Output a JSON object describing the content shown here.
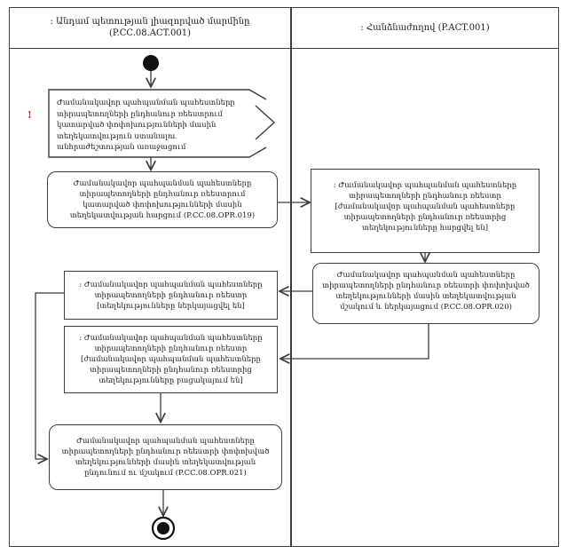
{
  "lanes": [
    {
      "title": ": Անդամ պետության լիազորված մարմինը (P.CC.08.ACT.001)"
    },
    {
      "title": ": Հանձնաժողով (P.ACT.001)"
    }
  ],
  "nodes": {
    "signal_need": {
      "text": "Ժամանակավոր պահպանման պահեստները տիրապետողների ընդհանուր ռեեստրում կատարված փոփոխությունների մասին տեղեկատվություն ստանալու անհրաժեշտության առաջացում"
    },
    "action_opr019": {
      "text": "Ժամանակավոր պահպանման պահեստները տիրապետողների ընդհանուր ռեեստրում կատարված փոփոխությունների մասին տեղեկատվության հարցում (P.CC.08.OPR.019)"
    },
    "object_registry_requested": {
      "text": ": Ժամանակավոր պահպանման պահեստները տիրապետողների ընդհանուր ռեեստր [ժամանակավոր պահպանման պահեստները տիրապետողների ընդհանուր ռեեստրից տեղեկությունները հարցվել են]"
    },
    "action_opr020": {
      "text": "Ժամանակավոր պահպանման պահեստները տիրապետողների ընդհանուր ռեեստրի փոփոխված տեղեկությունների մասին տեղեկատվության մշակում և ներկայացում (P.CC.08.OPR.020)"
    },
    "object_registry_presented": {
      "text": ": Ժամանակավոր պահպանման պահեստները տիրապետողների ընդհանուր ռեեստր [տեղեկությունները ներկայացվել են]"
    },
    "object_registry_missing": {
      "text": ": Ժամանակավոր պահպանման պահեստները տիրապետողների ընդհանուր ռեեստր [ժամանակավոր պահպանման պահեստները տիրապետողների ընդհանուր ռեեստրից տեղեկությունները բացակայում են]"
    },
    "action_opr021": {
      "text": "Ժամանակավոր պահպանման պահեստները տիրապետողների ընդհանուր ռեեստրի փոփոխված տեղեկությունների մասին տեղեկատվության ընդունում ու մշակում (P.CC.08.OPR.021)"
    }
  },
  "markers": {
    "error": "!"
  },
  "colors": {
    "line": "#3d3d3d",
    "error": "#cc2200",
    "node_fill": "#111111"
  }
}
